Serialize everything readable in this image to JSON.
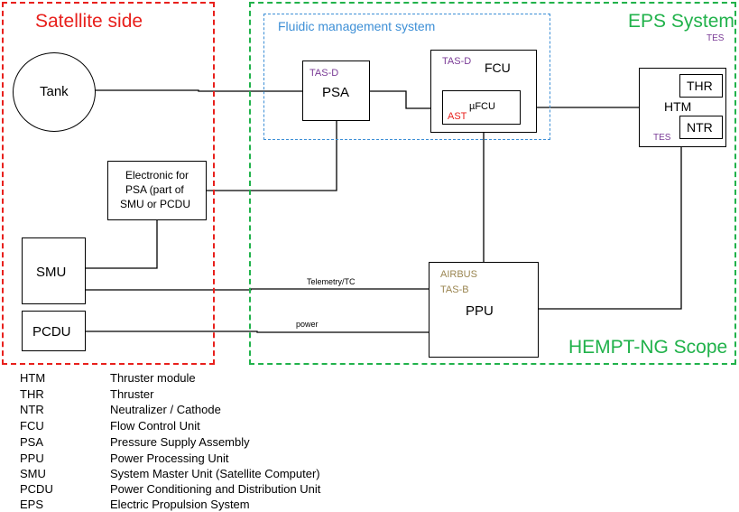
{
  "colors": {
    "satellite": "#e8201c",
    "eps": "#21b24b",
    "fluidic": "#3d8fd6",
    "vendor_purple": "#7a3b96",
    "vendor_olive": "#9a8550",
    "vendor_red": "#e8201c"
  },
  "regions": {
    "satellite_side": "Satellite side",
    "eps_system": "EPS System",
    "fluidic": "Fluidic management system",
    "hempt_scope": "HEMPT-NG Scope"
  },
  "nodes": {
    "tank": "Tank",
    "psa": {
      "label": "PSA",
      "vendor": "TAS-D"
    },
    "fcu": {
      "label": "FCU",
      "vendor": "TAS-D"
    },
    "ufcu": {
      "label": "µFCU",
      "vendor": "AST"
    },
    "htm": {
      "label": "HTM",
      "vendor_top": "TES",
      "vendor_bottom": "TES"
    },
    "thr": "THR",
    "ntr": "NTR",
    "electronic": [
      "Electronic for",
      "PSA (part of",
      "SMU or PCDU"
    ],
    "smu": "SMU",
    "pcdu": "PCDU",
    "ppu": {
      "label": "PPU",
      "vendor1": "AIRBUS",
      "vendor2": "TAS-B"
    }
  },
  "edges": {
    "telemetry": "Telemetry/TC",
    "power": "power"
  },
  "legend": [
    {
      "abbr": "HTM",
      "def": "Thruster module"
    },
    {
      "abbr": "THR",
      "def": "Thruster"
    },
    {
      "abbr": "NTR",
      "def": "Neutralizer / Cathode"
    },
    {
      "abbr": "FCU",
      "def": "Flow Control Unit"
    },
    {
      "abbr": "PSA",
      "def": "Pressure Supply Assembly"
    },
    {
      "abbr": "PPU",
      "def": "Power Processing Unit"
    },
    {
      "abbr": "SMU",
      "def": "System Master Unit (Satellite Computer)"
    },
    {
      "abbr": "PCDU",
      "def": "Power Conditioning and Distribution Unit"
    },
    {
      "abbr": "EPS",
      "def": "Electric Propulsion System"
    }
  ]
}
